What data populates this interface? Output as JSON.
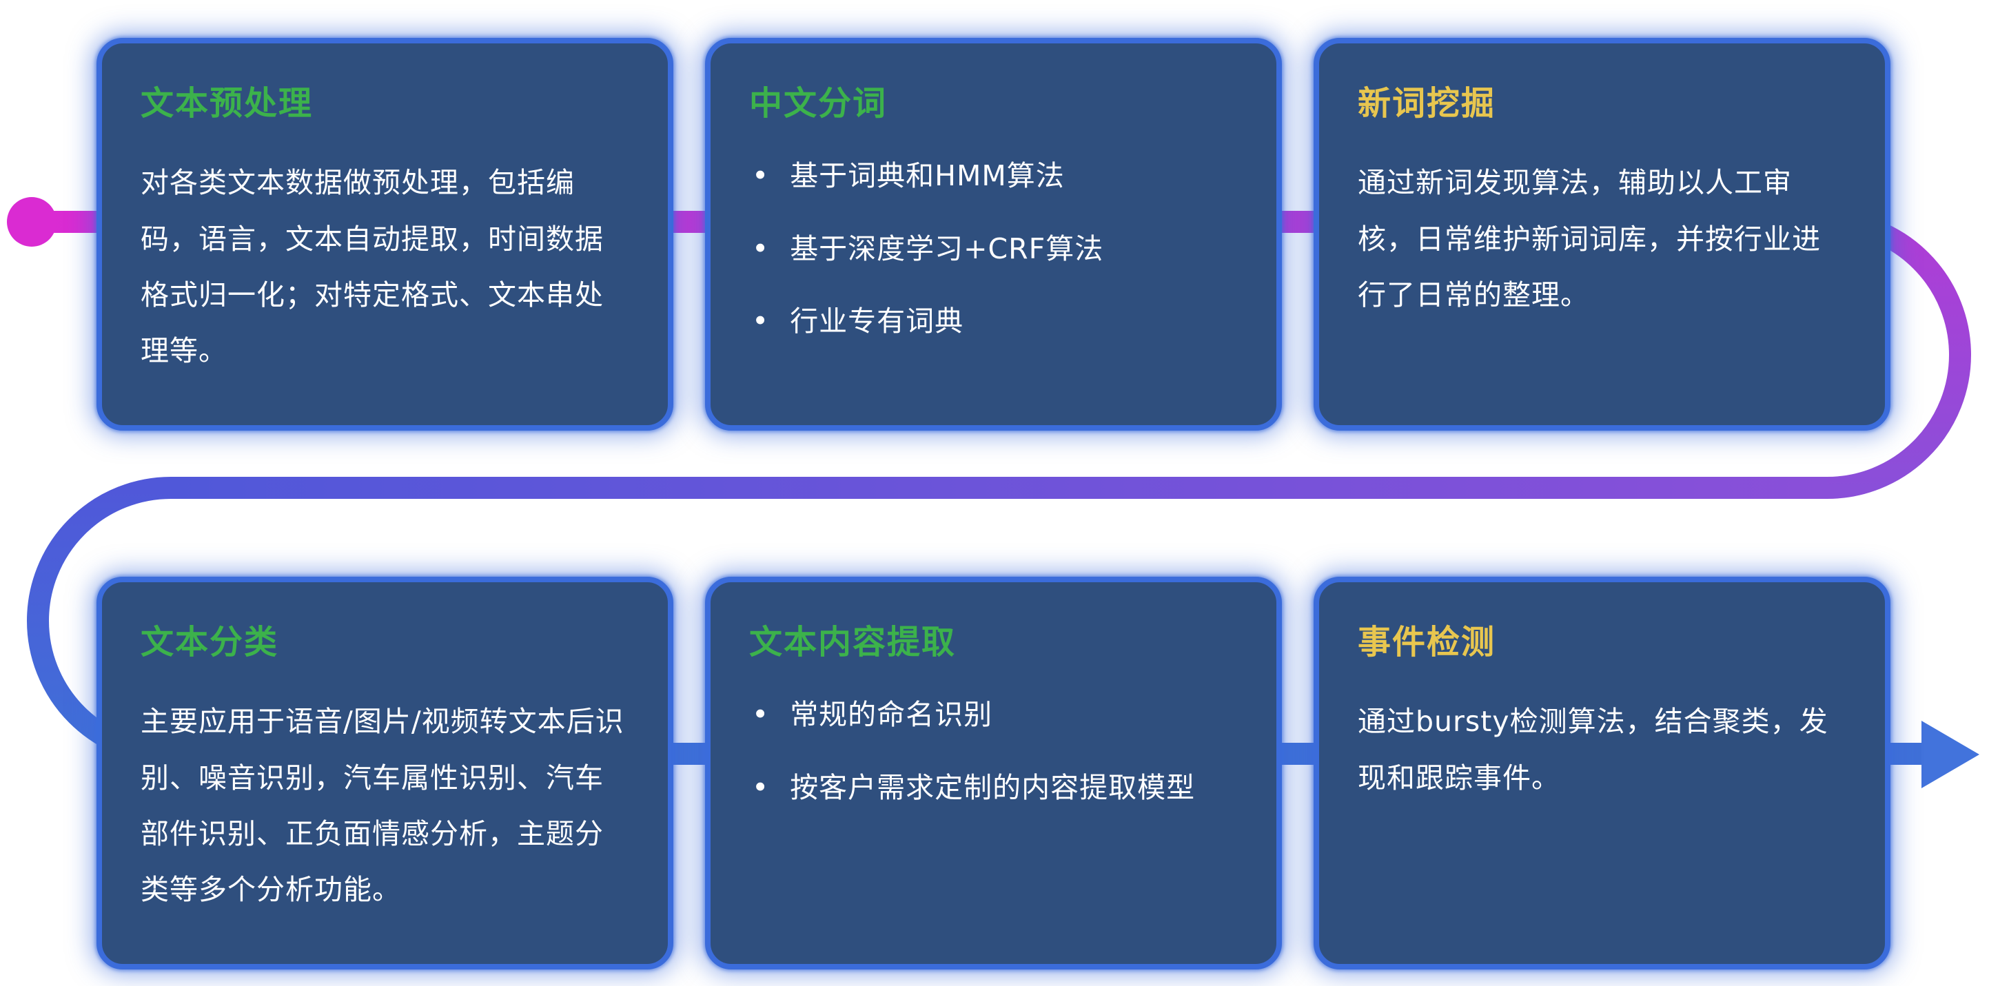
{
  "diagram": {
    "description_icons": {
      "flow_start": "start-dot",
      "flow_end": "right-arrow"
    },
    "colors": {
      "card_background": "#2f4f7e",
      "card_border_glow": "#3b6cdb",
      "title_green": "#3cb24b",
      "title_yellow": "#e8c64f",
      "body_text": "#ffffff",
      "line_magenta": "#da2bd2",
      "line_purple": "#8a4fd9",
      "line_blue": "#3f70d8"
    }
  },
  "cards": [
    {
      "id": "text-preprocessing",
      "title": "文本预处理",
      "title_color": "green",
      "type": "paragraph",
      "body": "对各类文本数据做预处理，包括编码，语言，文本自动提取，时间数据格式归一化；对特定格式、文本串处理等。"
    },
    {
      "id": "chinese-word-segmentation",
      "title": "中文分词",
      "title_color": "green",
      "type": "bullets",
      "bullets": [
        "基于词典和HMM算法",
        "基于深度学习+CRF算法",
        "行业专有词典"
      ]
    },
    {
      "id": "new-word-mining",
      "title": "新词挖掘",
      "title_color": "yellow",
      "type": "paragraph",
      "body": "通过新词发现算法，辅助以人工审核，日常维护新词词库，并按行业进行了日常的整理。"
    },
    {
      "id": "text-classification",
      "title": "文本分类",
      "title_color": "green",
      "type": "paragraph",
      "body": "主要应用于语音/图片/视频转文本后识别、噪音识别，汽车属性识别、汽车部件识别、正负面情感分析，主题分类等多个分析功能。"
    },
    {
      "id": "text-content-extraction",
      "title": "文本内容提取",
      "title_color": "green",
      "type": "bullets",
      "bullets": [
        "常规的命名识别",
        "按客户需求定制的内容提取模型"
      ]
    },
    {
      "id": "event-detection",
      "title": "事件检测",
      "title_color": "yellow",
      "type": "paragraph",
      "body": "通过bursty检测算法，结合聚类，发现和跟踪事件。"
    }
  ]
}
